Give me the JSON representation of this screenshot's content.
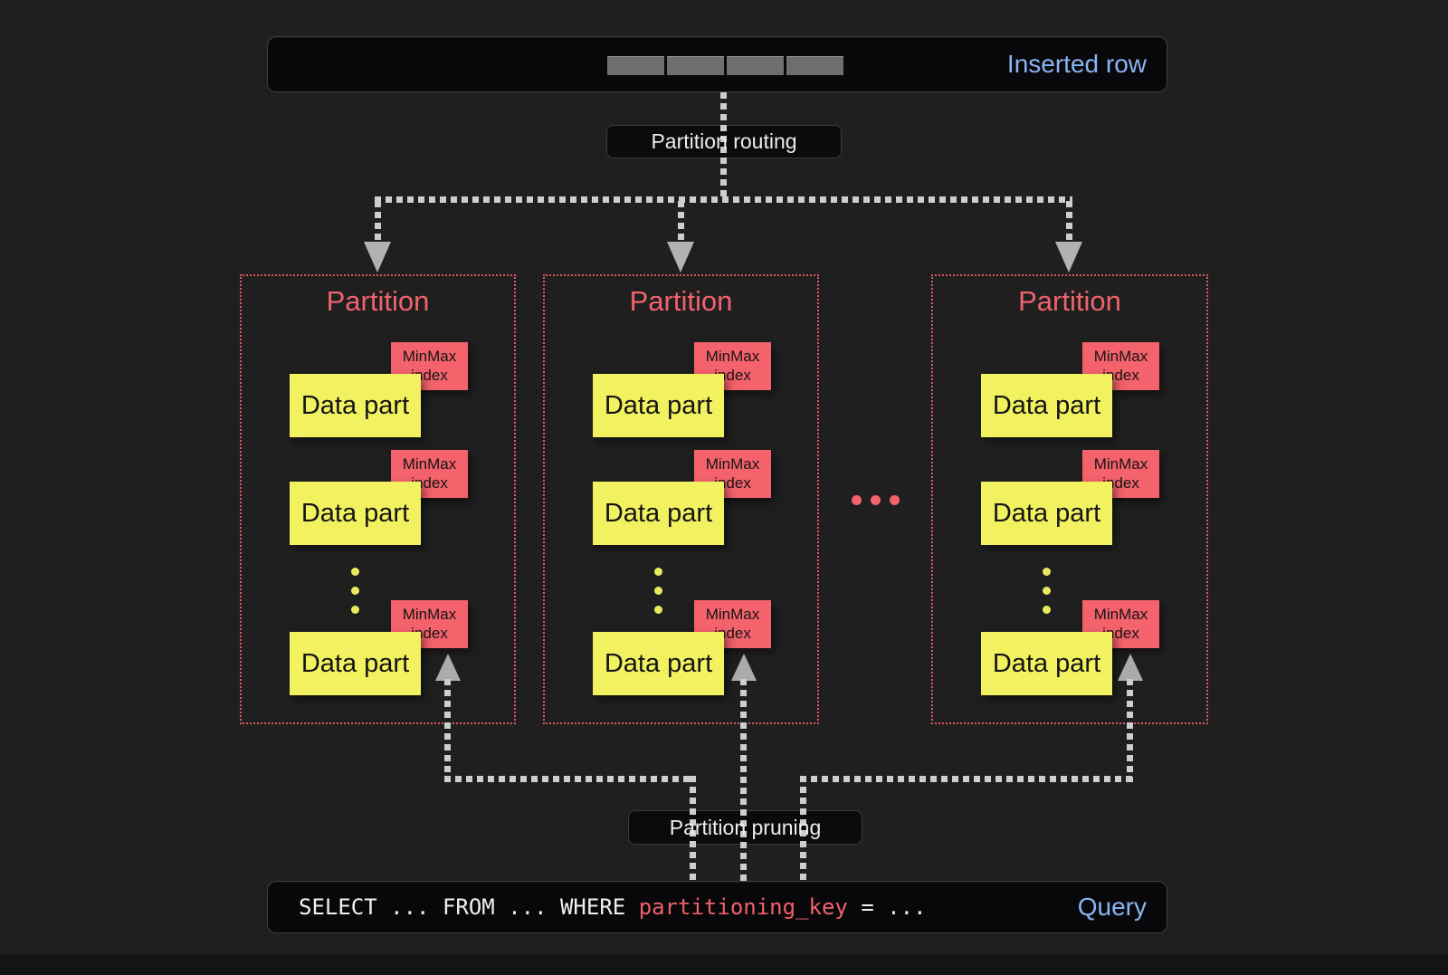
{
  "colors": {
    "background": "#1f1f1f",
    "panel_bg": "#08080a",
    "accent_blue": "#8ab4f2",
    "accent_red": "#f2636b",
    "accent_yellow": "#f2f261",
    "partition_border_red": "#e25560",
    "connector_gray": "#cecece",
    "row_segment_gray": "#6e6e6e",
    "sql_key_red": "#f0606a"
  },
  "inserted_row": {
    "label": "Inserted row",
    "segments": 4
  },
  "labels": {
    "routing": "Partition routing",
    "pruning": "Partition pruning"
  },
  "ellipsis_dots": 3,
  "partitions": [
    {
      "title": "Partition",
      "parts": [
        {
          "label": "Data part",
          "index_label": "MinMax index"
        },
        {
          "label": "Data part",
          "index_label": "MinMax index"
        },
        {
          "label": "Data part",
          "index_label": "MinMax index"
        }
      ]
    },
    {
      "title": "Partition",
      "parts": [
        {
          "label": "Data part",
          "index_label": "MinMax index"
        },
        {
          "label": "Data part",
          "index_label": "MinMax index"
        },
        {
          "label": "Data part",
          "index_label": "MinMax index"
        }
      ]
    },
    {
      "title": "Partition",
      "parts": [
        {
          "label": "Data part",
          "index_label": "MinMax index"
        },
        {
          "label": "Data part",
          "index_label": "MinMax index"
        },
        {
          "label": "Data part",
          "index_label": "MinMax index"
        }
      ]
    }
  ],
  "query": {
    "sql_prefix": "SELECT ... FROM ... WHERE ",
    "sql_key": "partitioning_key",
    "sql_suffix": " = ...",
    "label": "Query"
  }
}
